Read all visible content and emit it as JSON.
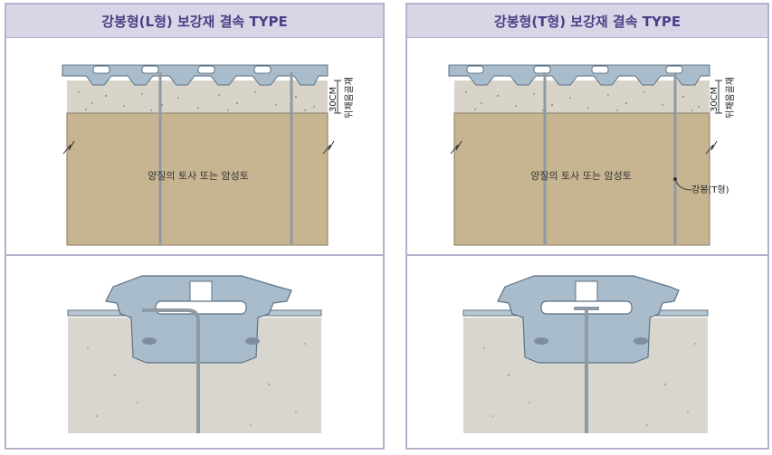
{
  "panels": [
    {
      "title": "강봉형(L형) 보강재 결속 TYPE",
      "soil_label": "양질의 토사 또는 암성토",
      "depth_label": "30CM",
      "aggregate_label": "뒤채움골재"
    },
    {
      "title": "강봉형(T형) 보강재 결속 TYPE",
      "soil_label": "양질의 토사 또는 암성토",
      "depth_label": "30CM",
      "aggregate_label": "뒤채움골재",
      "rod_label": "강봉(T형)"
    }
  ],
  "colors": {
    "block": "#a9bccb",
    "block_stroke": "#5c7183",
    "aggregate": "#d8d4c9",
    "soil": "#c7b591",
    "rod": "#8e9aa4",
    "header_bg": "#d8d6e6",
    "header_text": "#4a3f86"
  }
}
